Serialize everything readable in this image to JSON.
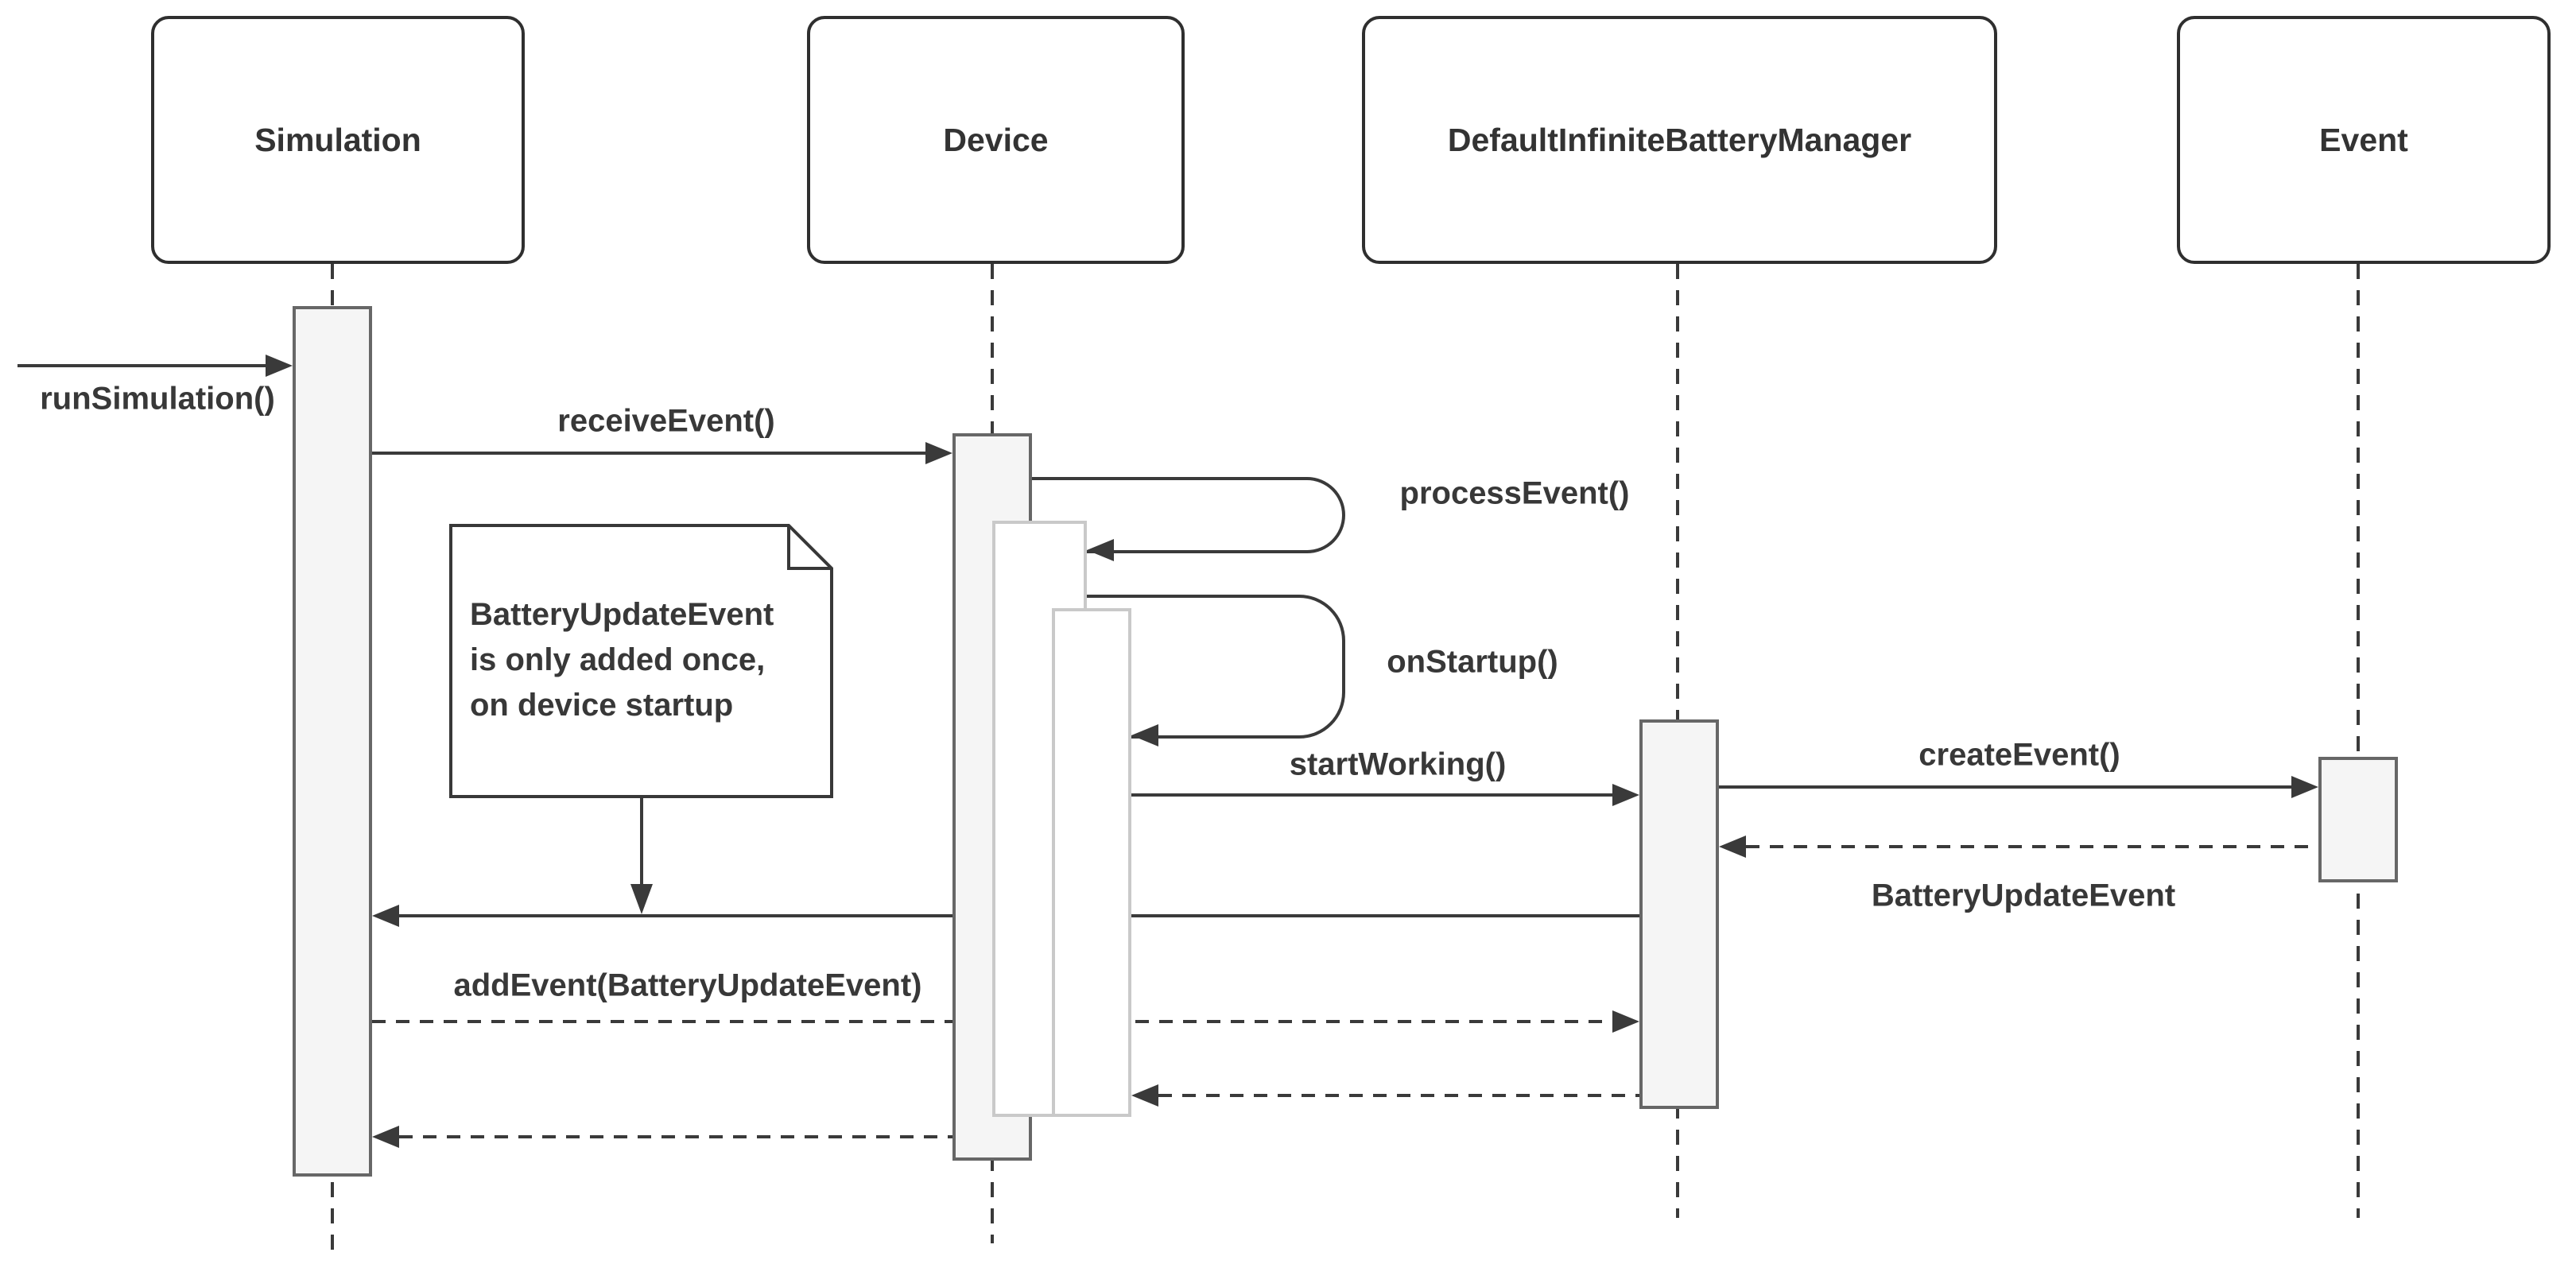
{
  "diagram": {
    "type": "uml-sequence-diagram",
    "participants": [
      {
        "id": "simulation",
        "name": "Simulation"
      },
      {
        "id": "device",
        "name": "Device"
      },
      {
        "id": "battery_manager",
        "name": "DefaultInfiniteBatteryManager"
      },
      {
        "id": "event",
        "name": "Event"
      }
    ],
    "messages": [
      {
        "id": "run_simulation",
        "label": "runSimulation()",
        "kind": "solid",
        "from": "external",
        "to": "simulation"
      },
      {
        "id": "receive_event",
        "label": "receiveEvent()",
        "kind": "solid",
        "from": "simulation",
        "to": "device"
      },
      {
        "id": "process_event",
        "label": "processEvent()",
        "kind": "self",
        "from": "device",
        "to": "device"
      },
      {
        "id": "on_startup",
        "label": "onStartup()",
        "kind": "self",
        "from": "device",
        "to": "device"
      },
      {
        "id": "start_working",
        "label": "startWorking()",
        "kind": "solid",
        "from": "device",
        "to": "battery_manager"
      },
      {
        "id": "create_event",
        "label": "createEvent()",
        "kind": "solid",
        "from": "battery_manager",
        "to": "event"
      },
      {
        "id": "battery_update_event",
        "label": "BatteryUpdateEvent",
        "kind": "dashed",
        "from": "event",
        "to": "battery_manager"
      },
      {
        "id": "add_event",
        "label": "addEvent(BatteryUpdateEvent)",
        "kind": "solid",
        "from": "battery_manager",
        "to": "simulation"
      },
      {
        "id": "return_to_battery_manager",
        "label": "",
        "kind": "dashed",
        "from": "simulation",
        "to": "battery_manager"
      },
      {
        "id": "return_to_device",
        "label": "",
        "kind": "dashed",
        "from": "battery_manager",
        "to": "device"
      },
      {
        "id": "return_to_simulation",
        "label": "",
        "kind": "dashed",
        "from": "device",
        "to": "simulation"
      }
    ],
    "note": {
      "lines": [
        "BatteryUpdateEvent",
        "is only added once,",
        "on device startup"
      ]
    },
    "colors": {
      "background": "#ffffff",
      "line": "#3a3a3a",
      "box_border": "#2f2f2f",
      "text": "#383838",
      "activation_fill": "#f5f5f5",
      "activation_border": "#676767",
      "nested_activation_border": "#c9c9c9"
    }
  }
}
